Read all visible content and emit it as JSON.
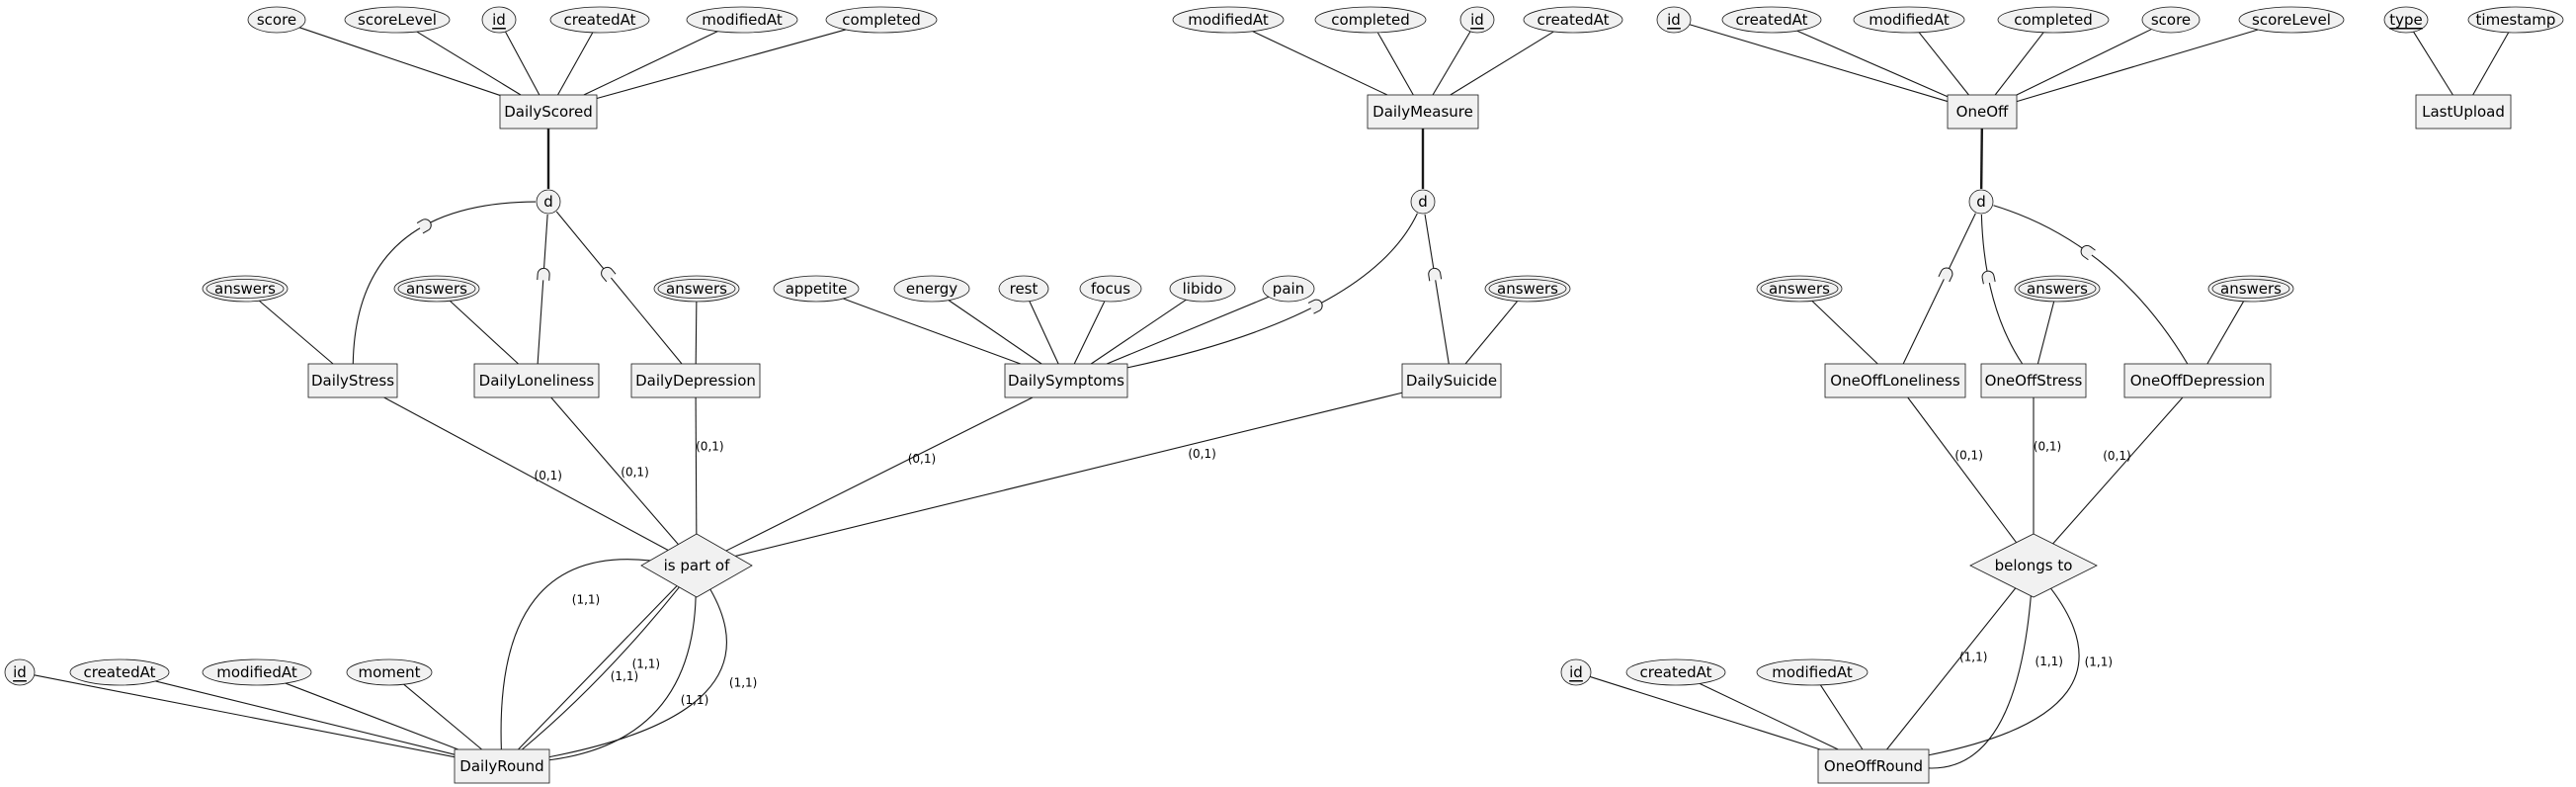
{
  "entities": {
    "daily_scored": "DailyScored",
    "daily_measure": "DailyMeasure",
    "one_off": "OneOff",
    "last_upload": "LastUpload",
    "daily_stress": "DailyStress",
    "daily_loneliness": "DailyLoneliness",
    "daily_depression": "DailyDepression",
    "daily_symptoms": "DailySymptoms",
    "daily_suicide": "DailySuicide",
    "one_off_loneliness": "OneOffLoneliness",
    "one_off_stress": "OneOffStress",
    "one_off_depression": "OneOffDepression",
    "daily_round": "DailyRound",
    "one_off_round": "OneOffRound"
  },
  "relationships": {
    "is_part_of": "is part of",
    "belongs_to": "belongs to"
  },
  "attributes": {
    "score": "score",
    "score_level": "scoreLevel",
    "id": "id",
    "created_at": "createdAt",
    "modified_at": "modifiedAt",
    "completed": "completed",
    "answers": "answers",
    "appetite": "appetite",
    "energy": "energy",
    "rest": "rest",
    "focus": "focus",
    "libido": "libido",
    "pain": "pain",
    "moment": "moment",
    "type": "type",
    "timestamp": "timestamp"
  },
  "disjoint_marker": "d",
  "cardinalities": {
    "zero_one": "(0,1)",
    "one_one": "(1,1)"
  }
}
